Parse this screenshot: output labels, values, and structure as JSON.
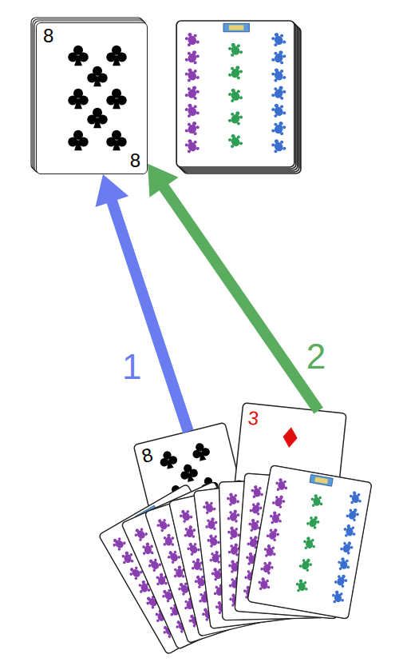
{
  "diagram": {
    "nodes": [
      {
        "text": [
          "8",
          "8"
        ]
      },
      {
        "text": [
          "8"
        ]
      },
      {
        "text": [
          "3"
        ]
      }
    ],
    "edges": [
      {
        "from": 1,
        "to": 0,
        "arrow": "to",
        "label": "1"
      },
      {
        "from": 2,
        "to": 0,
        "arrow": "to",
        "label": "2"
      }
    ]
  }
}
